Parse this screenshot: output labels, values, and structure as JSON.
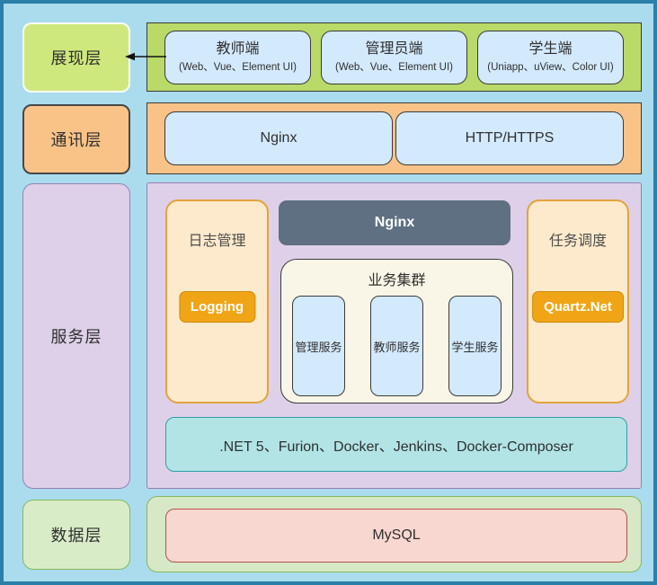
{
  "diagram": {
    "presentation": {
      "label": "展现层",
      "clients": [
        {
          "title": "教师端",
          "subtitle": "(Web、Vue、Element UI)"
        },
        {
          "title": "管理员端",
          "subtitle": "(Web、Vue、Element UI)"
        },
        {
          "title": "学生端",
          "subtitle": "(Uniapp、uView、Color UI)"
        }
      ]
    },
    "communication": {
      "label": "通讯层",
      "items": [
        {
          "name": "Nginx"
        },
        {
          "name": "HTTP/HTTPS"
        }
      ]
    },
    "service": {
      "label": "服务层",
      "logging": {
        "title": "日志管理",
        "button": "Logging"
      },
      "gateway": {
        "name": "Nginx"
      },
      "cluster": {
        "title": "业务集群",
        "services": [
          {
            "name": "管理服务"
          },
          {
            "name": "教师服务"
          },
          {
            "name": "学生服务"
          }
        ]
      },
      "scheduler": {
        "title": "任务调度",
        "button": "Quartz.Net"
      },
      "stack": ".NET 5、Furion、Docker、Jenkins、Docker-Composer"
    },
    "data": {
      "label": "数据层",
      "database": "MySQL"
    }
  },
  "colors": {
    "page_border": "#2b7fa9",
    "background": "#aadcee",
    "presentation_label_green": "#cfe87d",
    "presentation_container_green": "#b9da68",
    "client_box_blue": "#d3e9fc",
    "communication_orange": "#f9c388",
    "service_container_purple": "#ded0e8",
    "panel_peach": "#fdeacc",
    "panel_border_orange": "#e2a33d",
    "button_orange": "#f0a517",
    "nginx_dark_slate": "#5e7082",
    "cluster_cream": "#faf6e7",
    "stack_teal": "#b2e4e6",
    "data_container_green": "#d6e8c5",
    "mysql_pink": "#f8d7d0",
    "mysql_border_red": "#b5544a"
  }
}
